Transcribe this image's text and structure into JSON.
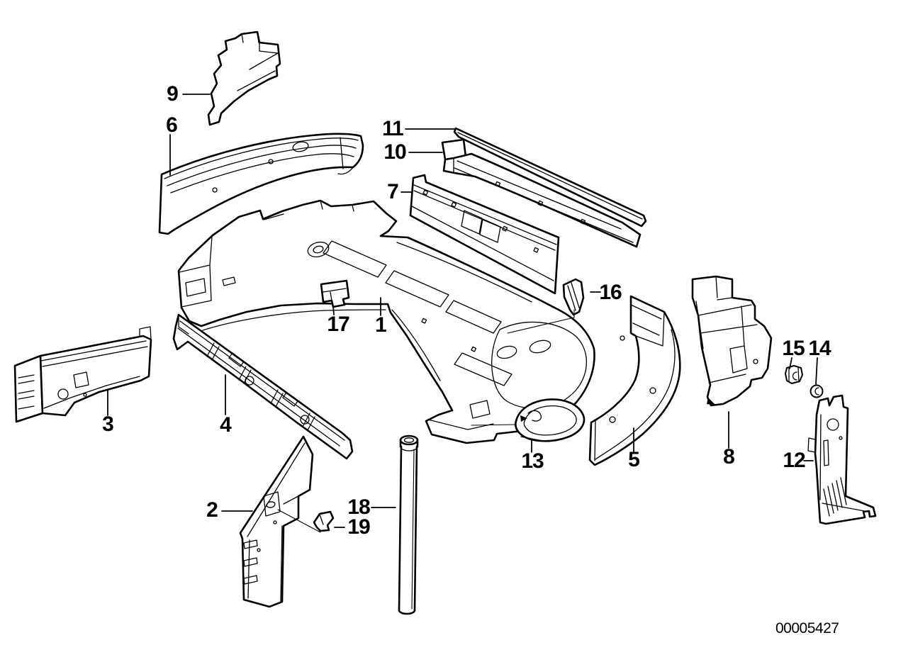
{
  "diagram": {
    "drawing_number": "00005427",
    "ink_color": "#000000",
    "paper_color": "#ffffff",
    "callouts": [
      {
        "label": "1"
      },
      {
        "label": "2"
      },
      {
        "label": "3"
      },
      {
        "label": "4"
      },
      {
        "label": "5"
      },
      {
        "label": "6"
      },
      {
        "label": "7"
      },
      {
        "label": "8"
      },
      {
        "label": "9"
      },
      {
        "label": "10"
      },
      {
        "label": "11"
      },
      {
        "label": "12"
      },
      {
        "label": "13"
      },
      {
        "label": "14"
      },
      {
        "label": "15"
      },
      {
        "label": "16"
      },
      {
        "label": "17"
      },
      {
        "label": "18"
      },
      {
        "label": "19"
      }
    ]
  }
}
